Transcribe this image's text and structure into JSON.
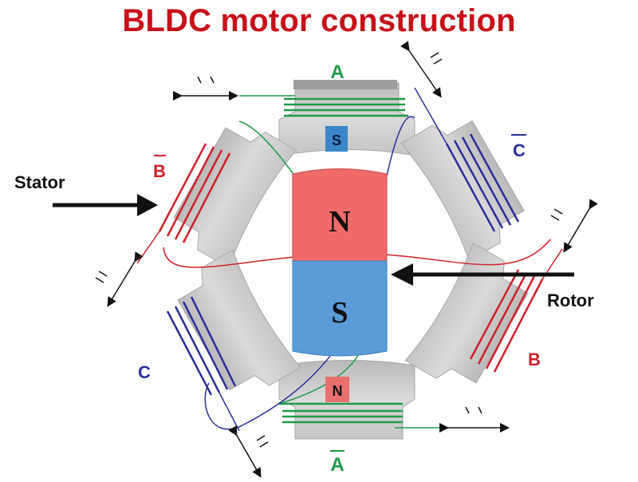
{
  "title": "BLDC motor construction",
  "labels": {
    "stator": "Stator",
    "rotor": "Rotor"
  },
  "phases": {
    "A": "A",
    "A_bar": "A",
    "B": "B",
    "B_bar": "B",
    "C": "C",
    "C_bar": "C"
  },
  "rotor_poles": {
    "north": "N",
    "south": "S"
  },
  "stator_pole_marks": {
    "top": "S",
    "bottom": "N"
  },
  "colors": {
    "title": "#c8101a",
    "phase_a": "#1f9a4a",
    "phase_b": "#d0202a",
    "phase_c": "#2a2f9a",
    "rotor_north": "#f06a6a",
    "rotor_south": "#5b9bd8",
    "stator": "#cfcfcf"
  }
}
